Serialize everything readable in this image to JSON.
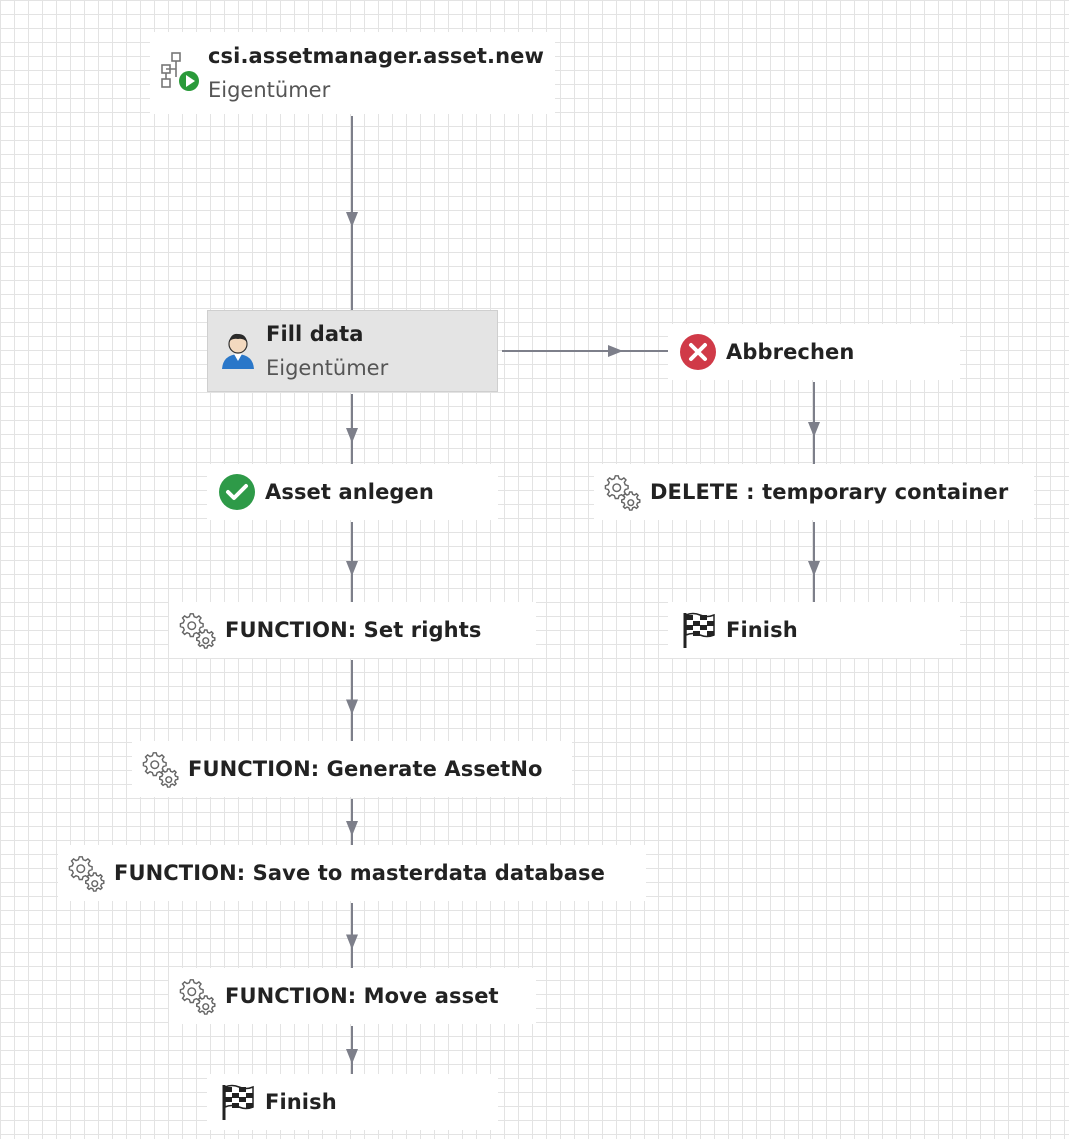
{
  "diagram": {
    "nodes": [
      {
        "id": "start",
        "title": "csi.assetmanager.asset.new",
        "subtitle": "Eigentümer",
        "icon": "workflow-start-icon"
      },
      {
        "id": "fill",
        "title": "Fill data",
        "subtitle": "Eigentümer",
        "icon": "user-task-icon",
        "selected": true
      },
      {
        "id": "abbrechen",
        "title": "Abbrechen",
        "icon": "cancel-icon"
      },
      {
        "id": "anlegen",
        "title": "Asset anlegen",
        "icon": "check-icon"
      },
      {
        "id": "delete",
        "title": "DELETE : temporary container",
        "icon": "gears-icon"
      },
      {
        "id": "setrights",
        "title": "FUNCTION: Set rights",
        "icon": "gears-icon"
      },
      {
        "id": "finish1",
        "title": "Finish",
        "icon": "checkered-flag-icon"
      },
      {
        "id": "genasset",
        "title": "FUNCTION: Generate AssetNo",
        "icon": "gears-icon"
      },
      {
        "id": "savemaster",
        "title": "FUNCTION: Save to masterdata database",
        "icon": "gears-icon"
      },
      {
        "id": "move",
        "title": "FUNCTION: Move asset",
        "icon": "gears-icon"
      },
      {
        "id": "finish2",
        "title": "Finish",
        "icon": "checkered-flag-icon"
      }
    ],
    "edges": [
      {
        "from": "start",
        "to": "fill"
      },
      {
        "from": "fill",
        "to": "abbrechen"
      },
      {
        "from": "fill",
        "to": "anlegen"
      },
      {
        "from": "abbrechen",
        "to": "delete"
      },
      {
        "from": "delete",
        "to": "finish1"
      },
      {
        "from": "anlegen",
        "to": "setrights"
      },
      {
        "from": "setrights",
        "to": "genasset"
      },
      {
        "from": "genasset",
        "to": "savemaster"
      },
      {
        "from": "savemaster",
        "to": "move"
      },
      {
        "from": "move",
        "to": "finish2"
      }
    ],
    "colors": {
      "edge": "#7d7f8a",
      "check": "#2e9a48",
      "cancel": "#d03a48",
      "start": "#2a9a3a",
      "user": "#2a77c9"
    }
  }
}
